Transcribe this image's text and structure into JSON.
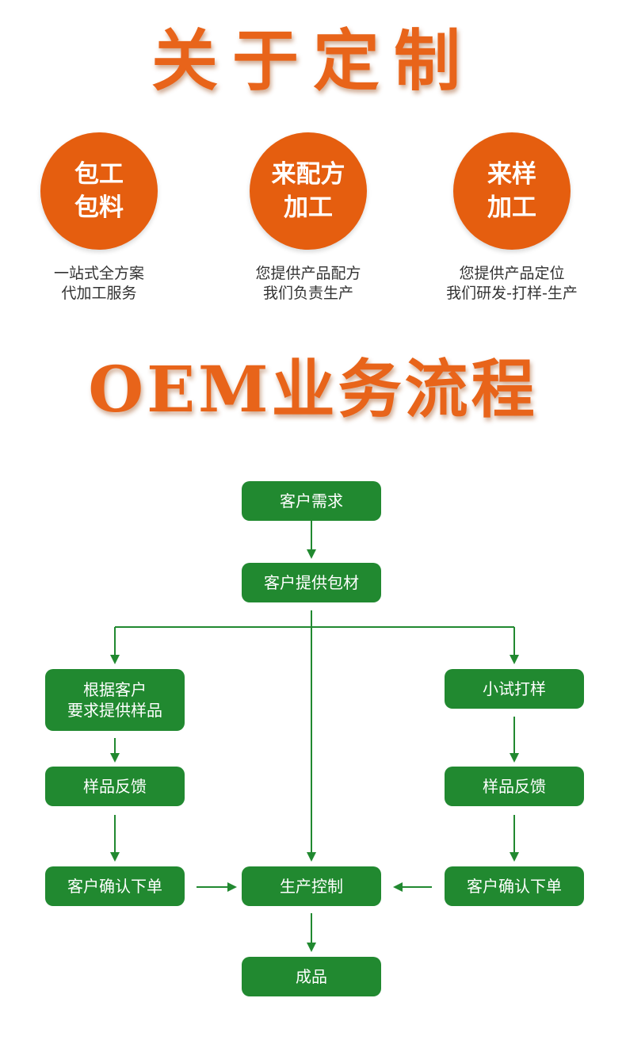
{
  "headings": {
    "about": "关于定制",
    "oem": "OEM业务流程"
  },
  "services": [
    {
      "circle_line1": "包工",
      "circle_line2": "包料",
      "desc_line1": "一站式全方案",
      "desc_line2": "代加工服务"
    },
    {
      "circle_line1": "来配方",
      "circle_line2": "加工",
      "desc_line1": "您提供产品配方",
      "desc_line2": "我们负责生产"
    },
    {
      "circle_line1": "来样",
      "circle_line2": "加工",
      "desc_line1": "您提供产品定位",
      "desc_line2": "我们研发-打样-生产"
    }
  ],
  "flow": {
    "customer_demand": "客户需求",
    "customer_materials": "客户提供包材",
    "left_sample_line1": "根据客户",
    "left_sample_line2": "要求提供样品",
    "left_feedback": "样品反馈",
    "left_confirm": "客户确认下单",
    "right_trial": "小试打样",
    "right_feedback": "样品反馈",
    "right_confirm": "客户确认下单",
    "production_control": "生产控制",
    "finished_product": "成品"
  },
  "colors": {
    "accent_orange": "#e55e0f",
    "flow_green": "#218930"
  }
}
